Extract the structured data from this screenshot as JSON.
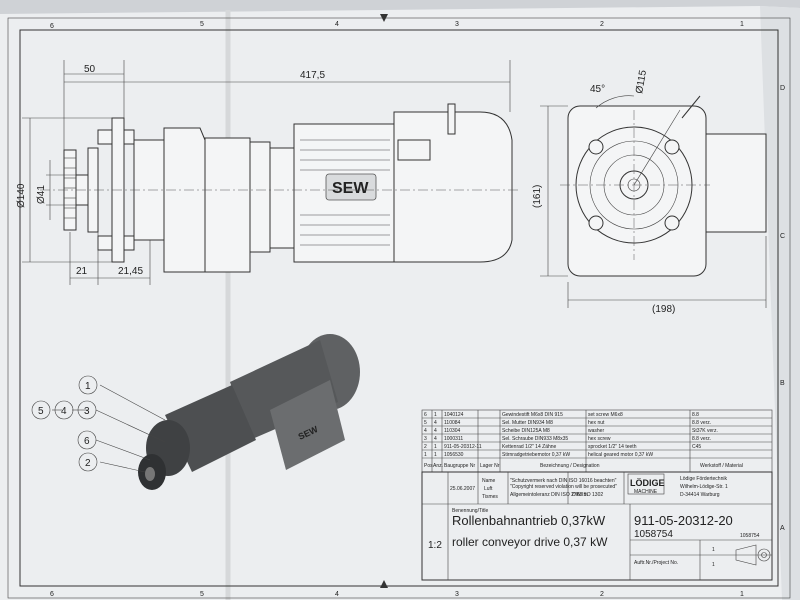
{
  "frame": {
    "top_zone_labels": [
      "6",
      "5",
      "4",
      "3",
      "2",
      "1"
    ],
    "bottom_zone_labels": [
      "6",
      "5",
      "4",
      "3",
      "2",
      "1"
    ],
    "right_zone_labels": [
      "D",
      "C",
      "B",
      "A"
    ]
  },
  "dimensions": {
    "flange_width": "50",
    "overall_length": "417,5",
    "flange_diameter": "Ø140",
    "sprocket_diameter": "Ø41",
    "shaft_offset": "21",
    "shaft_length": "21,45",
    "bolt_angle": "45°",
    "bolt_circle": "Ø115",
    "height": "(161)",
    "width": "(198)"
  },
  "motor_badge": "SEW",
  "callouts": [
    "1",
    "2",
    "3",
    "4",
    "5",
    "6"
  ],
  "parts_list": {
    "rows": [
      {
        "pos": "6",
        "qty": "1",
        "art": "1040124",
        "name_de": "Gewindestift M6x8 DIN 915",
        "name_en": "set screw M6x8",
        "material": "8.8"
      },
      {
        "pos": "5",
        "qty": "4",
        "art": "110084",
        "name_de": "Sel. Mutter DIN934 M8",
        "name_en": "hex nut",
        "material": "8.8 verz."
      },
      {
        "pos": "4",
        "qty": "4",
        "art": "110304",
        "name_de": "Scheibe DIN125A M8",
        "name_en": "washer",
        "material": "St37K verz."
      },
      {
        "pos": "3",
        "qty": "4",
        "art": "1000311",
        "name_de": "Sel. Schraube DIN933 M8x35",
        "name_en": "hex screw",
        "material": "8.8 verz."
      },
      {
        "pos": "2",
        "qty": "1",
        "art": "911-05-20312-11",
        "name_de": "Kettenrad 1/2\" 14 Zähne",
        "name_en": "sprocket 1/2\" 14 teeth",
        "material": "C45"
      },
      {
        "pos": "1",
        "qty": "1",
        "art": "1056530",
        "name_de": "Stirnradgetriebemotor 0,37 kW",
        "name_en": "helical geared motor 0,37 kW",
        "material": ""
      }
    ],
    "header_cells": [
      "Pos",
      "Anz.",
      "Baugruppe Nr",
      "Lager Nr",
      "Bezeichnung / Designation",
      "Werkstoff / Material"
    ]
  },
  "title_block": {
    "drawn_label": "Name",
    "date": "25.06.2007",
    "drawn_by": "Luft",
    "checked_by": "Tismes",
    "protection_note": "\"Schutzvermerk nach DIN ISO 16016 beachten\"",
    "protection_note_en": "\"Copyright reserved violation will be prosecuted\"",
    "tolerance_label": "Allgemeintoleranz DIN ISO 2768 m",
    "surface_label": "DIN ISO 1302",
    "company_logo": "LÖDIGE",
    "company_logo_sub": "MACHINE",
    "company_name": "Lödige Fördertechnik",
    "company_street": "Wilhelm-Lödige-Str. 1",
    "company_city": "D-34414 Warburg",
    "title_label": "Benennung/Title",
    "title_de": "Rollenbahnantrieb 0,37kW",
    "title_en": "roller conveyor drive 0,37 kW",
    "scale": "1:2",
    "drawing_number": "911-05-20312-20",
    "article_number": "1058754",
    "article_number_right": "1058754",
    "sheet_number": "1",
    "sheet_total": "1",
    "project_label": "Auftr.Nr./Project No."
  }
}
